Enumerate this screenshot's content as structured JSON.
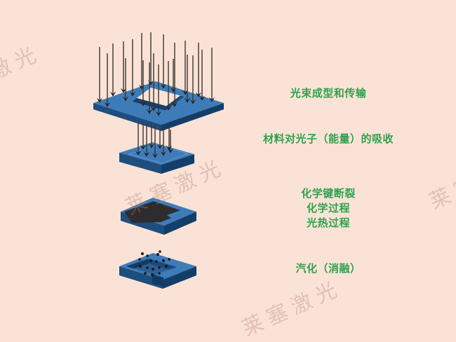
{
  "app": {
    "background_color": "#fae3d6",
    "watermark_text": "莱塞激光"
  },
  "diagram": {
    "type": "laser-ablation-process",
    "stages": [
      {
        "id": "beam-shaping",
        "label": "光束成型和传输"
      },
      {
        "id": "absorption",
        "label": "材料对光子（能量）的吸收"
      },
      {
        "id": "reaction",
        "lines": [
          "化学键断裂",
          "化学过程",
          "光热过程"
        ]
      },
      {
        "id": "vaporization",
        "label": "汽化（消融）"
      }
    ],
    "colors": {
      "plate_top": "#3e7cb9",
      "plate_side_left": "#1e4e7d",
      "plate_side_right": "#133e6a",
      "modified_layer": "#2e2d2d",
      "cavity_floor": "#2d5f96",
      "cavity_wall": "#123a63",
      "arrow_shaft": "#3a342f",
      "arrow_head": "#24222a",
      "particle": "#17171c",
      "label_text": "#2da24d",
      "watermark": "#b67f71"
    }
  }
}
